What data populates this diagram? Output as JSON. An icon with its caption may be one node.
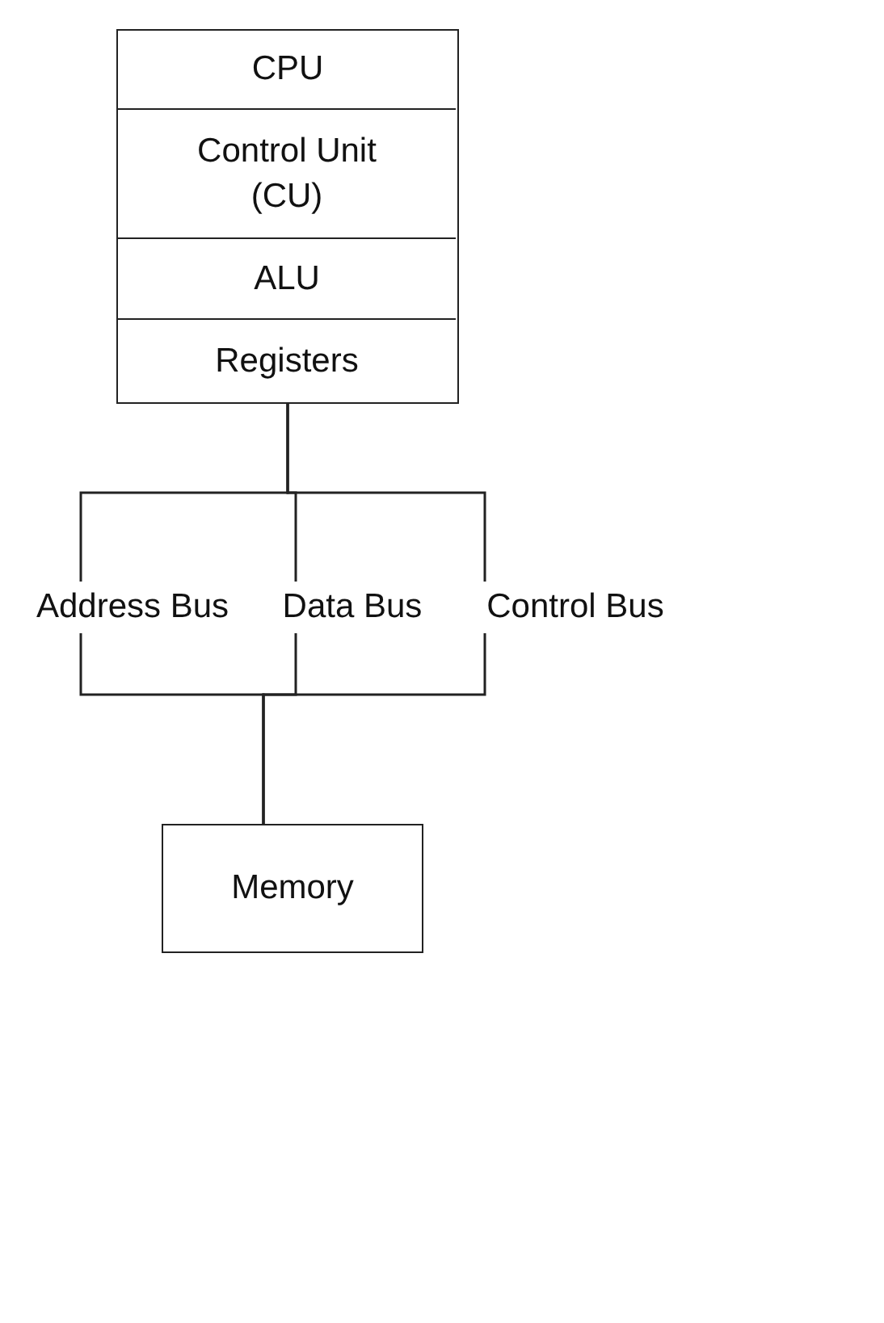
{
  "diagram": {
    "nodes": [
      {
        "text": [
          "CPU"
        ]
      },
      {
        "text": [
          "Control Unit (CU)"
        ],
        "in": 0
      },
      {
        "text": [
          "ALU"
        ],
        "in": 0
      },
      {
        "text": [
          "Registers"
        ],
        "in": 0
      },
      {
        "text": [
          "Address Bus"
        ]
      },
      {
        "text": [
          "Data Bus"
        ]
      },
      {
        "text": [
          "Control Bus"
        ]
      },
      {
        "text": [
          "Memory"
        ]
      }
    ],
    "edges": [
      {
        "from": 0,
        "to": 4,
        "arrow": "none"
      },
      {
        "from": 0,
        "to": 5,
        "arrow": "none"
      },
      {
        "from": 0,
        "to": 6,
        "arrow": "none"
      },
      {
        "from": 4,
        "to": 7,
        "arrow": "none"
      },
      {
        "from": 5,
        "to": 7,
        "arrow": "none"
      },
      {
        "from": 6,
        "to": 7,
        "arrow": "none"
      }
    ]
  }
}
